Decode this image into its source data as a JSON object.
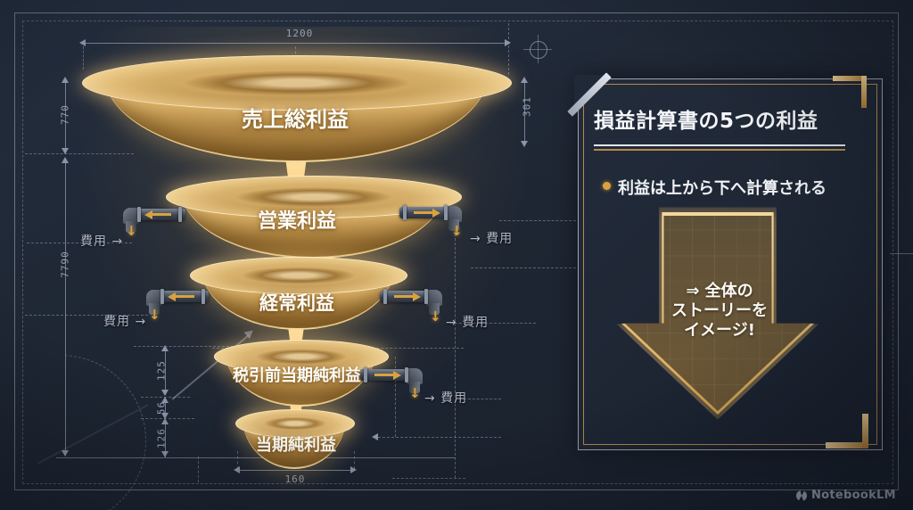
{
  "page": {
    "background": "#1f2734",
    "style": "blueprint-funnel-infographic"
  },
  "panel": {
    "title": "損益計算書の5つの利益",
    "bullet": "利益は上から下へ計算される",
    "arrow_lines": [
      "⇒ 全体の",
      "ストーリーを",
      "イメージ!"
    ]
  },
  "funnel": {
    "type": "funnel-flow",
    "tiers": [
      {
        "label": "売上総利益"
      },
      {
        "label": "営業利益"
      },
      {
        "label": "経常利益"
      },
      {
        "label": "税引前当期純利益"
      },
      {
        "label": "当期純利益"
      }
    ]
  },
  "expenses": {
    "left_label": "費用 →",
    "right_label": "→ 費用"
  },
  "dimensions": {
    "top_width": "1200",
    "upper_height": "770",
    "total_height": "7790",
    "right_height": "301",
    "seg_a": "125",
    "seg_b": "56",
    "seg_c": "126",
    "bottom_width": "160"
  },
  "icons": {
    "down_arrow": "↓"
  },
  "watermark": {
    "brand": "NotebookLM"
  },
  "colors": {
    "gold_accent": "#d9a23f",
    "funnel_glow": "#ffdf9e",
    "line_gray": "#8b95a8",
    "panel_gold": "#b5894a",
    "silver": "#cfd6e0",
    "text_white": "#f4f6f9"
  }
}
